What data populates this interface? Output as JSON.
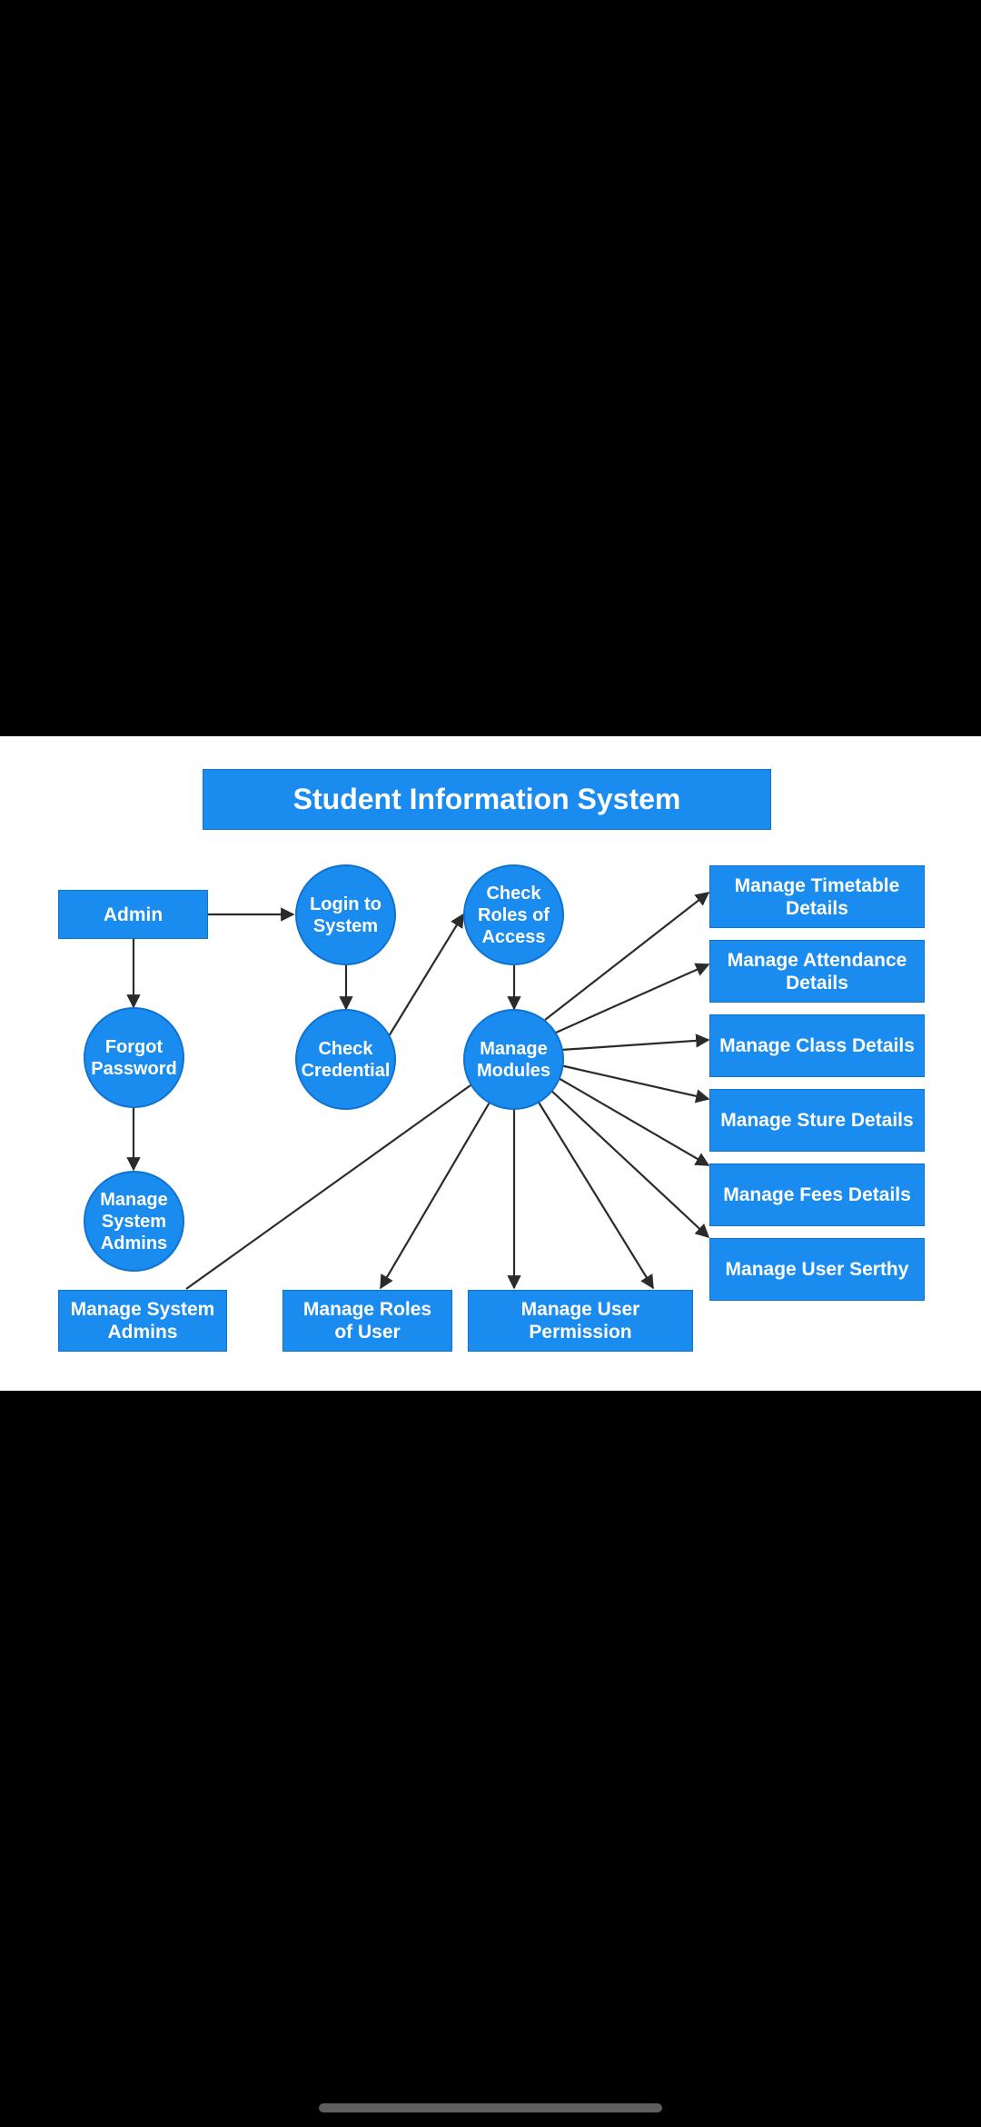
{
  "diagram": {
    "title": "Student Information System",
    "nodes": {
      "admin": "Admin",
      "login_to_system": "Login to\nSystem",
      "check_roles_of_access": "Check\nRoles of\nAccess",
      "forgot_password": "Forgot\nPassword",
      "check_credential": "Check\nCredential",
      "manage_modules": "Manage\nModules",
      "manage_system_admins_circle": "Manage\nSystem\nAdmins",
      "manage_timetable_details": "Manage Timetable\nDetails",
      "manage_attendance_details": "Manage Attendance\nDetails",
      "manage_class_details": "Manage Class Details",
      "manage_sture_details": "Manage Sture Details",
      "manage_fees_details": "Manage Fees Details",
      "manage_user_serthy": "Manage User Serthy",
      "manage_system_admins_box": "Manage System\nAdmins",
      "manage_roles_of_user": "Manage Roles\nof User",
      "manage_user_permission": "Manage User\nPermission"
    },
    "colors": {
      "node_fill": "#1a8cf0",
      "node_border": "#0f72cf",
      "arrow": "#2b2b2b",
      "background": "#ffffff"
    }
  }
}
